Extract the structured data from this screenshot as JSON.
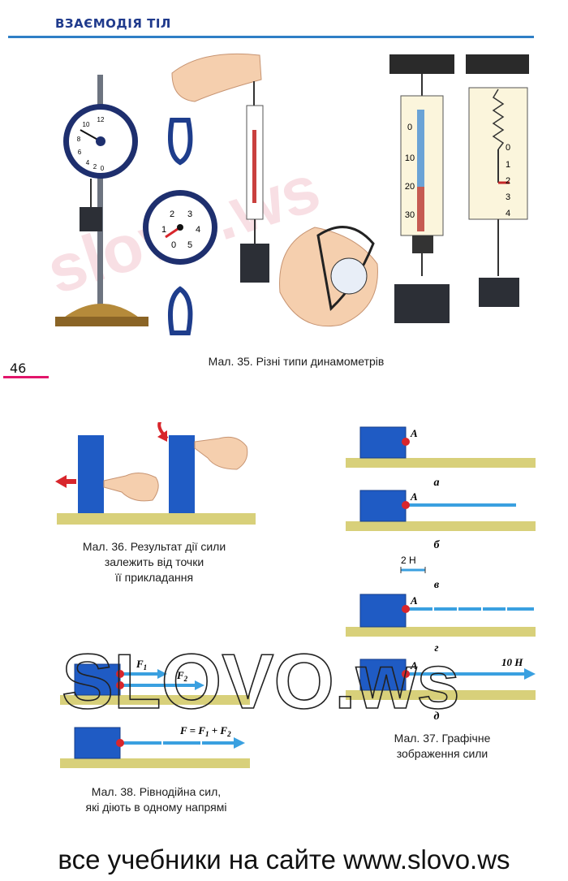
{
  "header": {
    "section_title": "ВЗАЄМОДІЯ ТІЛ",
    "accent_color": "#2f7fc6"
  },
  "page_number": "46",
  "figure35": {
    "caption": "Мал. 35. Різні типи динамометрів",
    "dial1_ticks": [
      "12",
      "10",
      "8",
      "6",
      "4",
      "2",
      "0"
    ],
    "dial2_ticks": [
      "0",
      "1",
      "2",
      "3",
      "4",
      "5"
    ],
    "tube_scale": [
      "0",
      "10",
      "20",
      "30"
    ],
    "spring_scale": [
      "0",
      "1",
      "2",
      "3",
      "4"
    ]
  },
  "figure36": {
    "caption_line1": "Мал. 36. Результат дії сили",
    "caption_line2": "залежить від точки",
    "caption_line3": "її прикладання"
  },
  "figure37": {
    "point_label": "A",
    "label_a": "а",
    "label_b": "б",
    "label_v": "в",
    "label_g": "г",
    "label_d": "д",
    "scale_label": "2 Н",
    "force_label": "10 Н",
    "caption_line1": "Мал. 37. Графічне",
    "caption_line2": "зображення сили"
  },
  "figure38": {
    "f1_label": "F",
    "f1_sub": "1",
    "f2_label": "F",
    "f2_sub": "2",
    "sum_label": "F = F",
    "sum_sub1": "1",
    "sum_plus": " + F",
    "sum_sub2": "2",
    "caption_line1": "Мал. 38. Рівнодійна сил,",
    "caption_line2": "які діють в одному напрямі"
  },
  "watermarks": {
    "diagonal": "slovo.ws",
    "outline": "SLOVO.ws"
  },
  "footer": {
    "text": "все учебники на сайте www.slovo.ws"
  }
}
